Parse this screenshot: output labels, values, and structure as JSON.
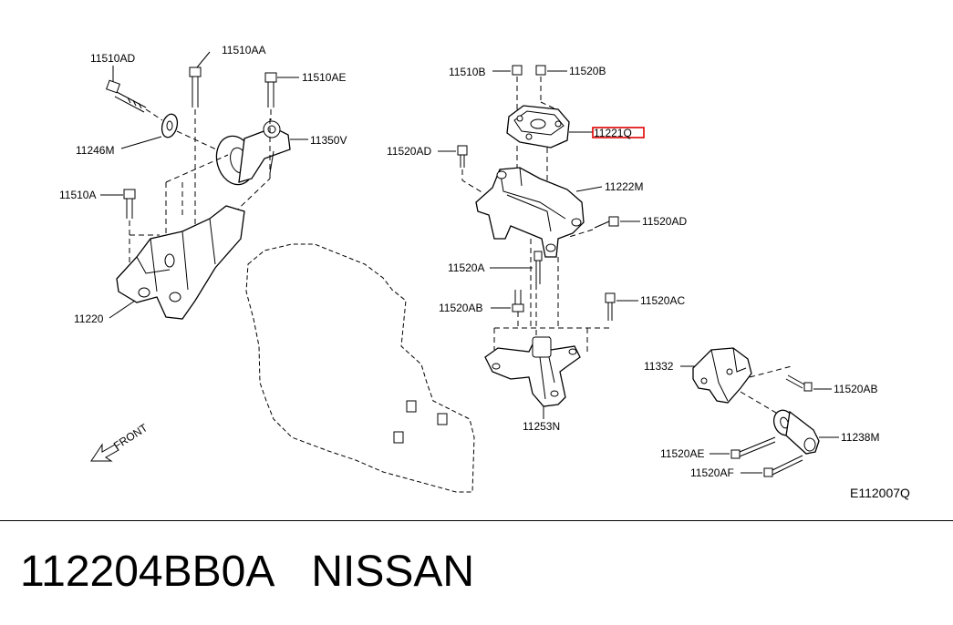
{
  "diagram_code": "E112007Q",
  "front_label": "FRONT",
  "part_number_display": "112204BB0A   NISSAN",
  "highlight_color": "#e00000",
  "callouts": {
    "c11510AD": "11510AD",
    "c11510AA": "11510AA",
    "c11510AE": "11510AE",
    "c11246M": "11246M",
    "c11350V": "11350V",
    "c11510A": "11510A",
    "c11220": "11220",
    "c11510B": "11510B",
    "c11520B": "11520B",
    "c11221Q": "11221Q",
    "c11520AD_top": "11520AD",
    "c11222M": "11222M",
    "c11520AD_right": "11520AD",
    "c11520A": "11520A",
    "c11520AB_left": "11520AB",
    "c11520AC": "11520AC",
    "c11332": "11332",
    "c11520AB_right": "11520AB",
    "c11253N": "11253N",
    "c11238M": "11238M",
    "c11520AE": "11520AE",
    "c11520AF": "11520AF"
  }
}
